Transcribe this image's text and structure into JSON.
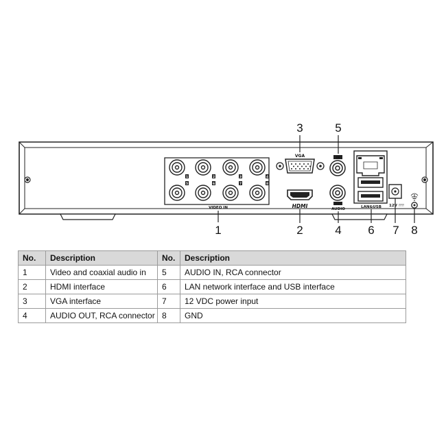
{
  "panel": {
    "vga_label": "VGA",
    "video_in_label": "VIDEO IN",
    "hdmi_label": "HDMI",
    "in_label": "IN",
    "out_label": "OUT",
    "audio_label": "AUDIO",
    "lan_usb_label": "LAN&USB",
    "power_label": "12V",
    "bnc_numbers": [
      "1",
      "2",
      "3",
      "4",
      "5",
      "6",
      "7",
      "8"
    ]
  },
  "callouts": [
    "1",
    "2",
    "3",
    "4",
    "5",
    "6",
    "7",
    "8"
  ],
  "table": {
    "headers": [
      "No.",
      "Description",
      "No.",
      "Description"
    ],
    "rows": [
      [
        "1",
        "Video and coaxial audio in",
        "5",
        "AUDIO IN, RCA connector"
      ],
      [
        "2",
        "HDMI interface",
        "6",
        "LAN network interface and USB interface"
      ],
      [
        "3",
        "VGA interface",
        "7",
        "12 VDC power input"
      ],
      [
        "4",
        "AUDIO OUT, RCA connector",
        "8",
        "GND"
      ]
    ]
  },
  "colors": {
    "outline": "#222222",
    "header_bg": "#d9d9d9",
    "panel_fill": "#ffffff"
  }
}
